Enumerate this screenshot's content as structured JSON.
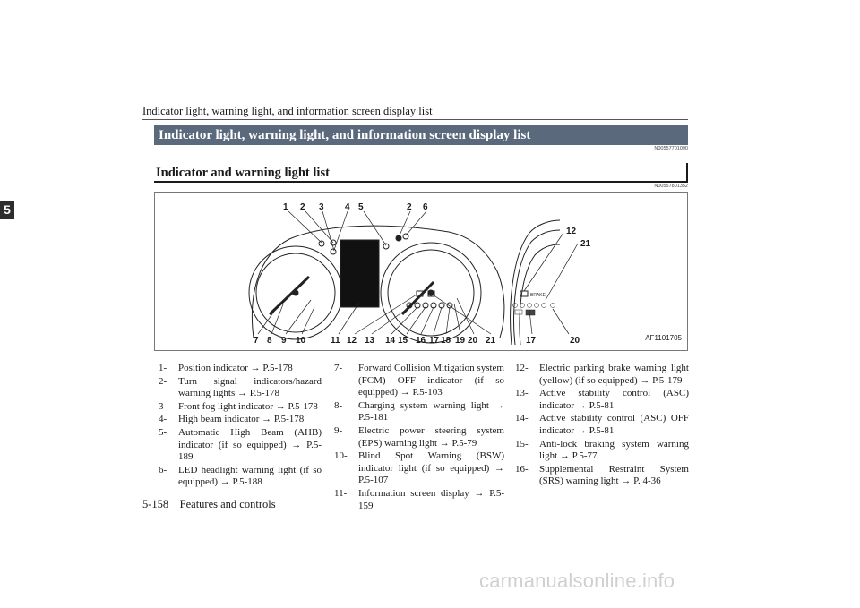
{
  "running_head": "Indicator light, warning light, and information screen display list",
  "chapter_tab": "5",
  "banner_title": "Indicator light, warning light, and information screen display list",
  "section_code_1": "N00557701090",
  "subheading": "Indicator and warning light list",
  "section_code_2": "N00557801352",
  "figure": {
    "id": "AF1101705",
    "top_callouts": [
      "1",
      "2",
      "3",
      "4",
      "5",
      "2",
      "6"
    ],
    "bottom_callouts": [
      "7",
      "8",
      "9",
      "10",
      "11",
      "12",
      "13",
      "14",
      "15",
      "16",
      "17",
      "18",
      "19",
      "20",
      "21"
    ],
    "inset_callouts_top": [
      "12",
      "21"
    ],
    "inset_callouts_bottom": [
      "17",
      "20"
    ],
    "brake_label": "BRAKE"
  },
  "column_1": [
    {
      "num": "1-",
      "text": "Position indicator → P.5-178"
    },
    {
      "num": "2-",
      "text": "Turn signal indicators/hazard warning lights → P.5-178"
    },
    {
      "num": "3-",
      "text": "Front fog light indicator → P.5-178"
    },
    {
      "num": "4-",
      "text": "High beam indicator → P.5-178"
    },
    {
      "num": "5-",
      "text": "Automatic High Beam (AHB) indicator (if so equipped) → P.5-189"
    },
    {
      "num": "6-",
      "text": "LED headlight warning light (if so equipped) → P.5-188"
    }
  ],
  "column_2": [
    {
      "num": "7-",
      "text": "Forward Collision Mitigation system (FCM) OFF indicator (if so equipped) → P.5-103"
    },
    {
      "num": "8-",
      "text": "Charging system warning light → P.5-181"
    },
    {
      "num": "9-",
      "text": "Electric power steering system (EPS) warning light → P.5-79"
    },
    {
      "num": "10-",
      "text": "Blind Spot Warning (BSW) indicator light (if so equipped) → P.5-107"
    },
    {
      "num": "11-",
      "text": "Information screen display → P.5-159"
    }
  ],
  "column_3": [
    {
      "num": "12-",
      "text": "Electric parking brake warning light (yellow) (if so equipped) → P.5-179"
    },
    {
      "num": "13-",
      "text": "Active stability control (ASC) indicator → P.5-81"
    },
    {
      "num": "14-",
      "text": "Active stability control (ASC) OFF indicator → P.5-81"
    },
    {
      "num": "15-",
      "text": "Anti-lock braking system warning light → P.5-77"
    },
    {
      "num": "16-",
      "text": "Supplemental Restraint System (SRS) warning light → P. 4-36"
    }
  ],
  "folio": "5-158    Features and controls",
  "watermark": "carmanualsonline.info"
}
